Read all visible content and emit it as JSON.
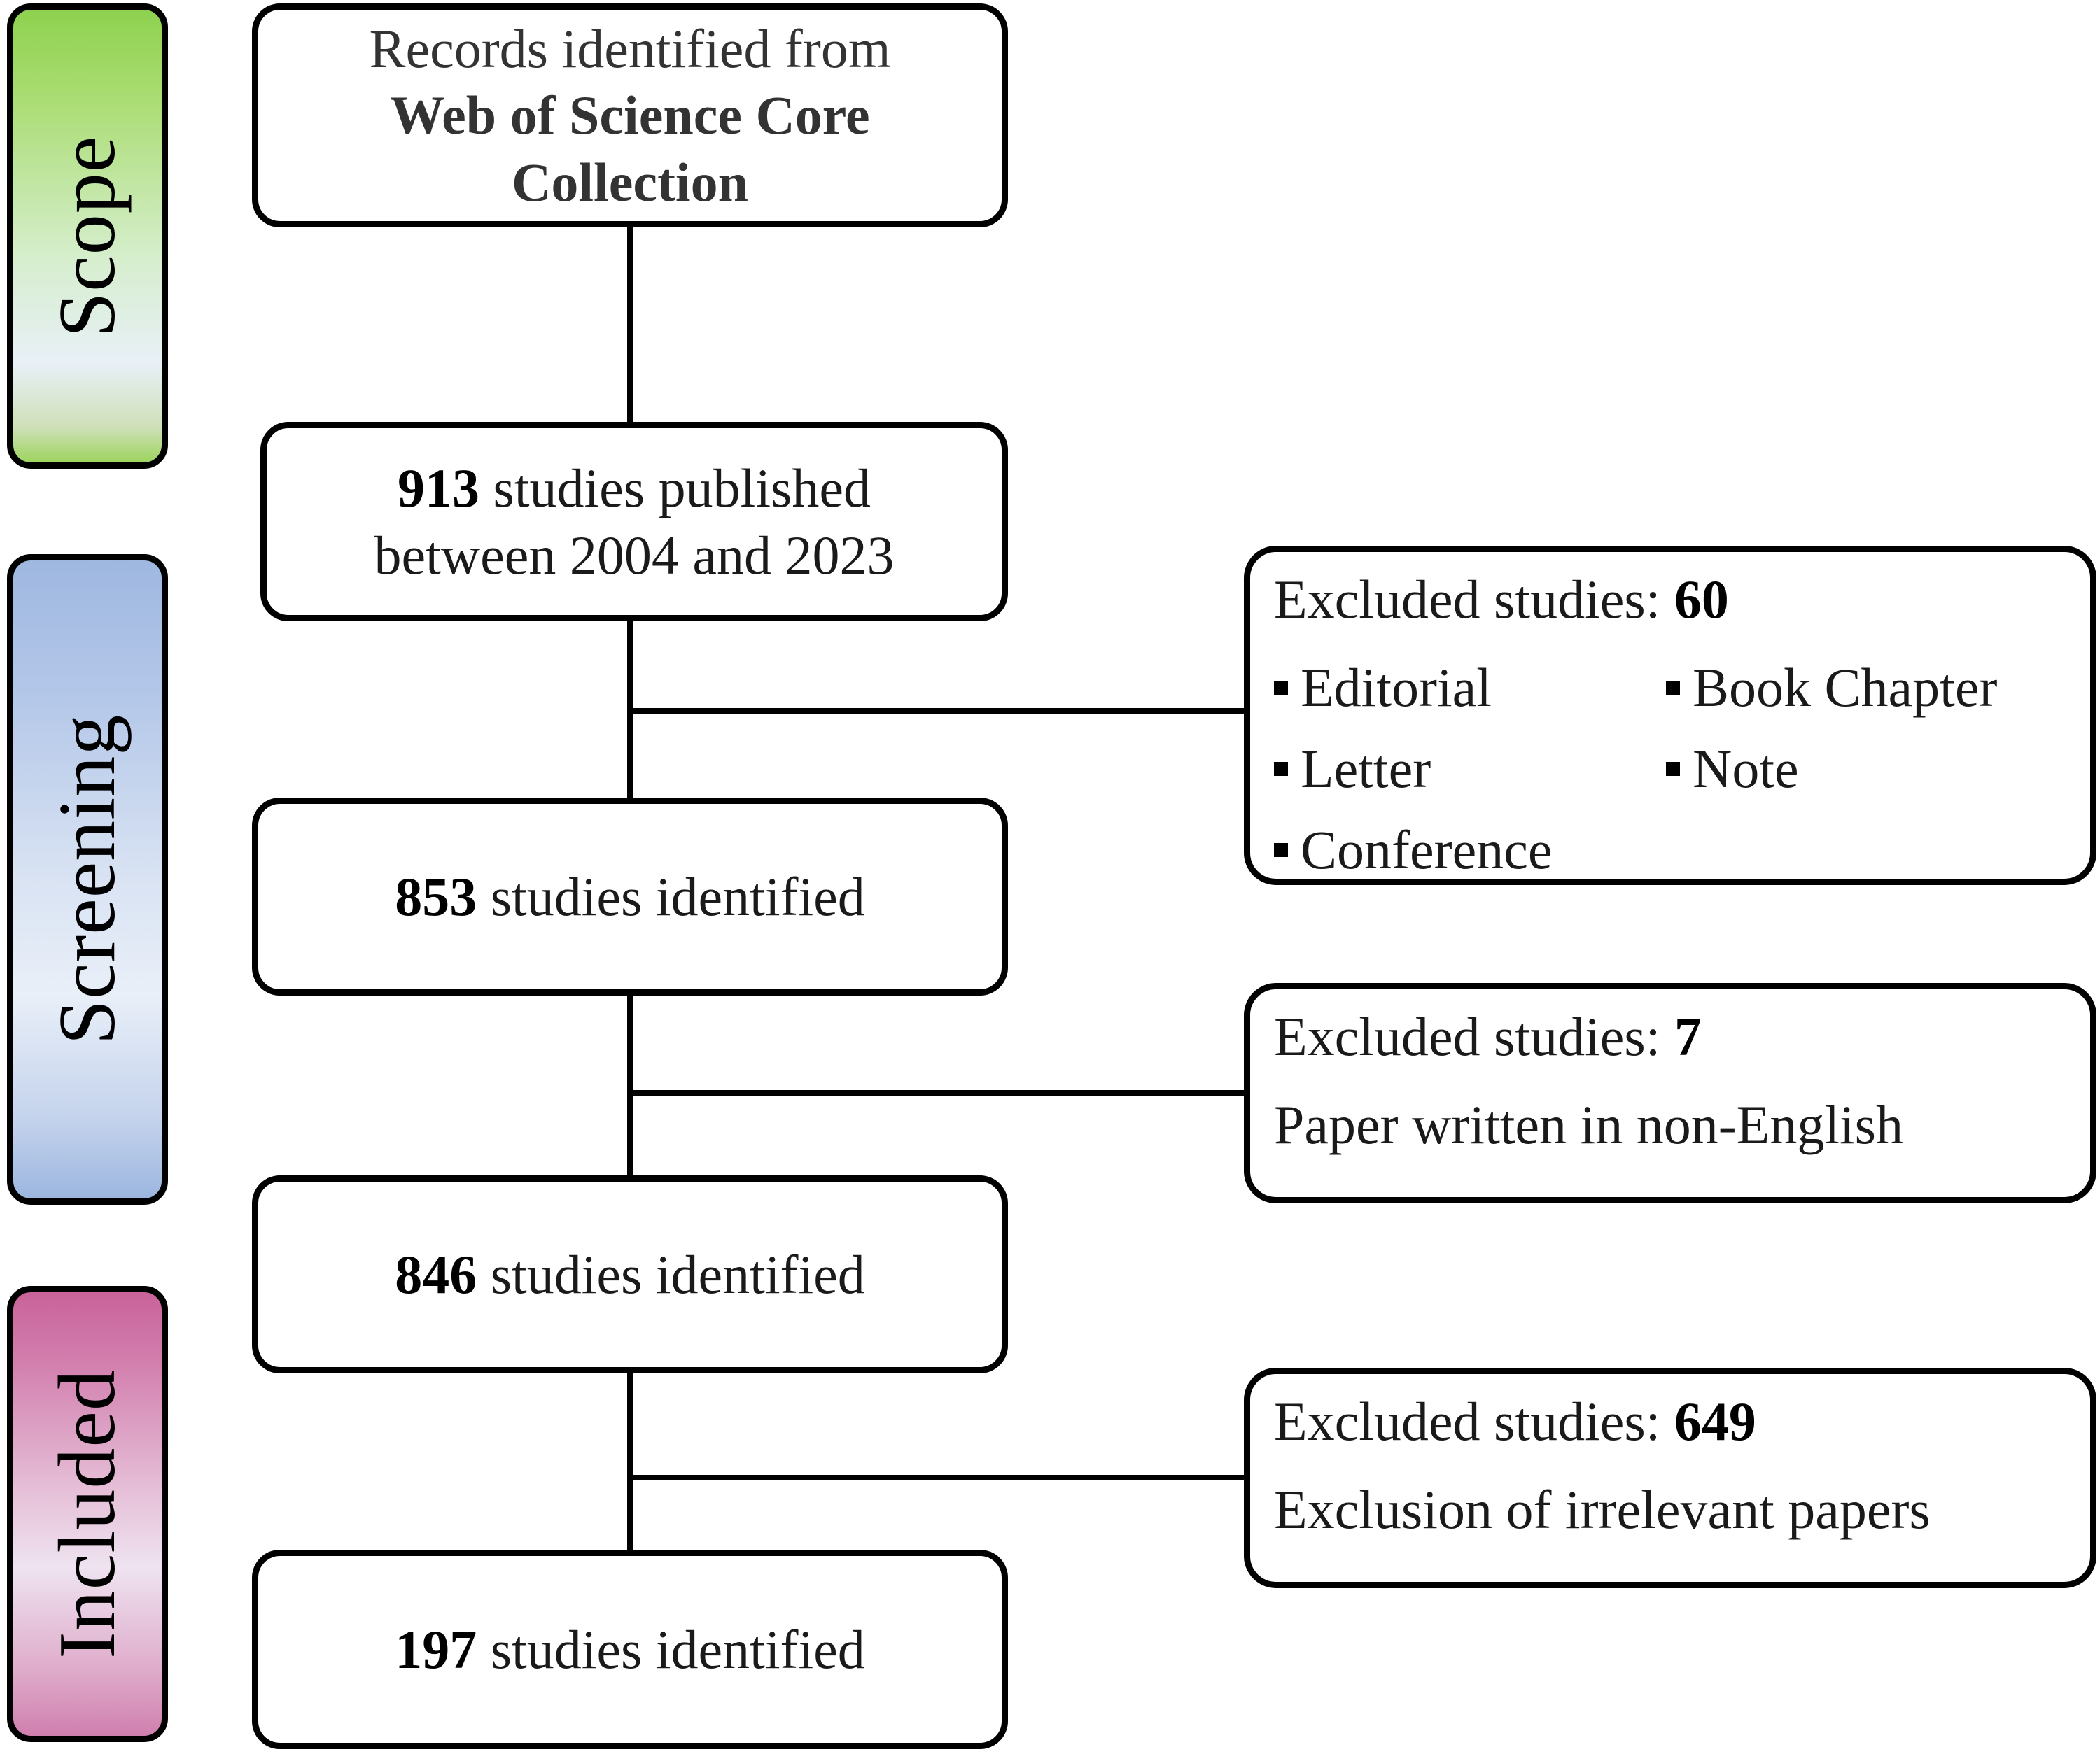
{
  "diagram": {
    "type": "prisma-flow-diagram",
    "title": "PRISMA study selection flow"
  },
  "stages": [
    {
      "id": "scope",
      "label": "Scope",
      "color": "#8ed14f"
    },
    {
      "id": "screening",
      "label": "Screening",
      "color": "#9fb8e0"
    },
    {
      "id": "included",
      "label": "Included",
      "color": "#c9639a"
    }
  ],
  "flow_boxes": [
    {
      "id": "records-identified",
      "line1": "Records identified from",
      "line2": "Web of Science Core",
      "line3": "Collection"
    },
    {
      "id": "published-range",
      "count": "913",
      "text_line1": "studies published",
      "text_line2": "between 2004 and 2023"
    },
    {
      "id": "identified-853",
      "count": "853",
      "text": "studies identified"
    },
    {
      "id": "identified-846",
      "count": "846",
      "text": "studies identified"
    },
    {
      "id": "identified-197",
      "count": "197",
      "text": "studies identified"
    }
  ],
  "exclusions": [
    {
      "id": "exclusion-1",
      "title_prefix": "Excluded studies: ",
      "count": "60",
      "items_col1": [
        "Editorial",
        "Letter",
        "Conference"
      ],
      "items_col2": [
        "Book Chapter",
        "Note"
      ]
    },
    {
      "id": "exclusion-2",
      "title_prefix": "Excluded studies: ",
      "count": "7",
      "reason": "Paper written in non-English"
    },
    {
      "id": "exclusion-3",
      "title_prefix": "Excluded studies: ",
      "count": "649",
      "reason": "Exclusion of irrelevant papers"
    }
  ]
}
